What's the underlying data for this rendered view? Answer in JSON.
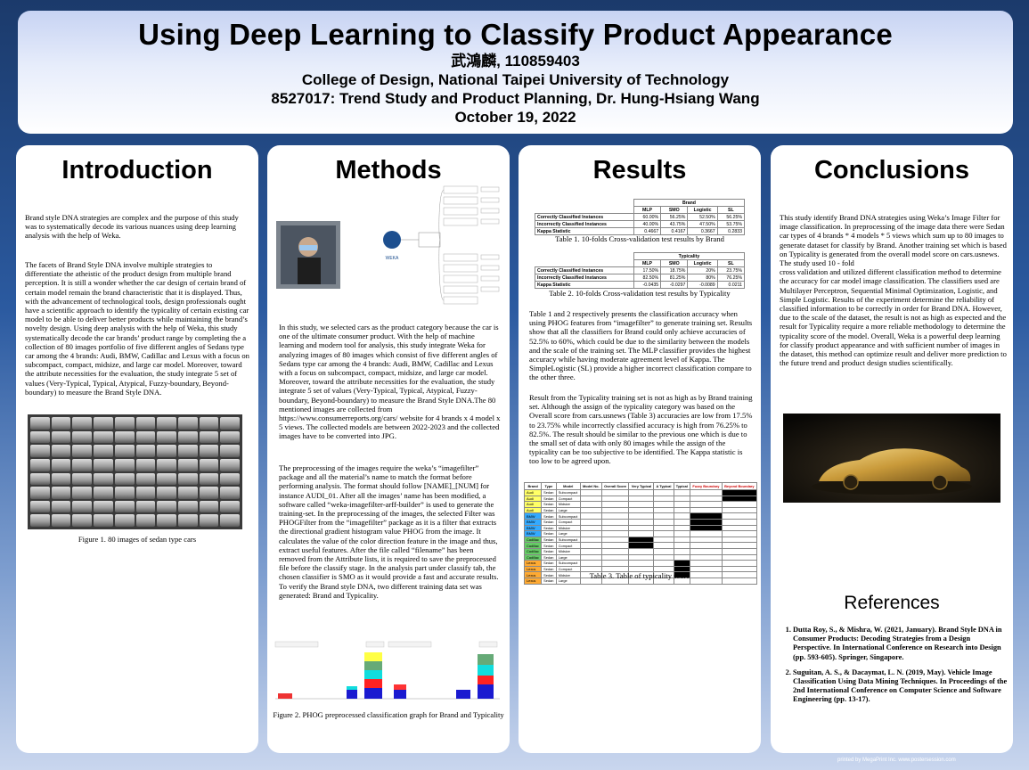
{
  "header": {
    "title": "Using Deep Learning to Classify Product Appearance",
    "author": "武鴻麟, 110859403",
    "college": "College of Design, National Taipei University of Technology",
    "course": "8527017: Trend Study and Product Planning, Dr. Hung-Hsiang Wang",
    "date": "October 19, 2022"
  },
  "intro": {
    "title": "Introduction",
    "p1": "Brand style DNA strategies are complex and the purpose of this study was to systematically decode its various nuances using deep learning analysis with the help of Weka.",
    "p2": "The facets of Brand Style DNA involve multiple strategies to differentiate the atheistic of the product design from multiple brand perception. It is still a wonder whether the car design of certain brand of certain model remain the brand characteristic that it is displayed. Thus, with the advancement of technological tools, design professionals ought have a scientific approach to identify the typicality of certain existing car model to be able to deliver better products while maintaining the brand’s novelty design. Using deep analysis with the help of Weka, this study systematically decode the car brands’ product range by completing the a collection of 80 images portfolio of five different angles of Sedans type car among the 4 brands: Audi, BMW, Cadillac and Lexus with a focus on subcompact, compact, midsize, and large car model. Moreover, toward the attribute necessities for the evaluation, the study integrate 5 set of values (Very-Typical, Typical, Atypical, Fuzzy-boundary, Beyond-boundary) to measure the Brand Style DNA.",
    "fig1": "Figure 1. 80 images of sedan type cars"
  },
  "methods": {
    "title": "Methods",
    "weka": "WEKA",
    "p1": "In this study, we selected cars as the product category because the car is one of the ultimate consumer product. With the help of machine learning and modern tool for analysis, this study integrate Weka for analyzing images of 80 images which consist of five different angles of Sedans type car among the 4 brands: Audi, BMW, Cadillac and Lexus with a focus on subcompact, compact, midsize, and large car model. Moreover, toward the attribute necessities for the evaluation, the study integrate 5 set of values (Very-Typical, Typical, Atypical, Fuzzy-boundary, Beyond-boundary) to measure the Brand Style DNA.The 80 mentioned images are collected from https://www.consumerreports.org/cars/ website for 4 brands x 4 model x 5 views. The collected models are between 2022-2023 and the collected images have to be converted into JPG.",
    "p2": "The preprocessing of the images require the weka’s “imagefilter” package and all the material’s name to match the format before performing analysis. The format should follow [NAME]_[NUM] for instance AUDI_01. After all the images’ name has been modified, a software called “weka-imagefilter-arff-builder” is used to generate the training-set. In the preprocessing of the images, the selected Filter was PHOGFilter from the “imagefilter” package as it is a filter that extracts the directional gradient histogram value PHOG from the image. It calculates the value of the color direction feature in the image and thus, extract useful features. After the file called “filename” has been removed from the Attribute lists, it is required to save the preprocessed file before the classify stage. In the analysis part under classify tab, the chosen classifier is SMO as it would provide a fast and accurate results. To verify the Brand style DNA, two different training data set was generated: Brand and Typicality.",
    "fig2": "Figure 2. PHOG preprocessed classification graph for Brand and Typicality"
  },
  "results": {
    "title": "Results",
    "table1": {
      "group": "Brand",
      "cols": [
        "MLP",
        "SMO",
        "Logistic",
        "SL"
      ],
      "rows": [
        [
          "Correctly Classified Instances",
          "60.00%",
          "56.25%",
          "52.50%",
          "56.25%"
        ],
        [
          "Incorrectly Classified Instances",
          "40.00%",
          "43.75%",
          "47.50%",
          "53.75%"
        ],
        [
          "Kappa Statistic",
          "0.4667",
          "0.4167",
          "0.3667",
          "0.2833"
        ]
      ],
      "caption": "Table 1. 10-folds Cross-validation test results by Brand"
    },
    "table2": {
      "group": "Typicality",
      "cols": [
        "MLP",
        "SMO",
        "Logistic",
        "SL"
      ],
      "rows": [
        [
          "Correctly Classified Instances",
          "17.50%",
          "18.75%",
          "20%",
          "23.75%"
        ],
        [
          "Incorrectly Classified Instances",
          "82.50%",
          "81.25%",
          "80%",
          "76.25%"
        ],
        [
          "Kappa Statistic",
          "-0.0435",
          "-0.0297",
          "-0.0089",
          "0.0211"
        ]
      ],
      "caption": "Table 2. 10-folds Cross-validation test results by Typicality"
    },
    "p1": "Table 1 and 2 respectively presents the classification accuracy when using PHOG features from “imagefilter” to generate training set. Results show that all the classifiers for Brand could only achieve accuracies of 52.5% to 60%, which could be due to the similarity between the models and the scale of the training set. The MLP classifier provides the highest accuracy while having moderate agreement level of Kappa. The SimpleLogistic (SL) provide a higher incorrect classification compare to the other three.",
    "p2": "Result from the Typicality training set is not as high as by Brand training set. Although the assign of the typicality category was based on the Overall score from cars.usnews  (Table 3) accuracies are low from 17.5% to 23.75% while incorrectly classified accuracy is high from 76.25% to 82.5%. The result should be similar to the previous one which is due to the small set of data with only 80 images while the assign of the typicality can be too subjective to be identified. The Kappa statistic is too low to be agreed upon.",
    "table3": {
      "headers": [
        "Brand",
        "Type",
        "Model",
        "Model No.",
        "Overall Score",
        "Very Typical",
        "A Typical",
        "Typical",
        "Fuzzy Boundary",
        "Beyond Boundary"
      ],
      "brands": [
        "Audi",
        "Audi",
        "Audi",
        "Audi",
        "BMW",
        "BMW",
        "BMW",
        "BMW",
        "Cadillac",
        "Cadillac",
        "Cadillac",
        "Cadillac",
        "Lexus",
        "Lexus",
        "Lexus",
        "Lexus"
      ],
      "types": [
        "Sedan",
        "Sedan",
        "Sedan",
        "Sedan",
        "Sedan",
        "Sedan",
        "Sedan",
        "Sedan",
        "Sedan",
        "Sedan",
        "Sedan",
        "Sedan",
        "Sedan",
        "Sedan",
        "Sedan",
        "Sedan"
      ],
      "sizes": [
        "Subcompact",
        "Compact",
        "Midsize",
        "Large",
        "Subcompact",
        "Compact",
        "Midsize",
        "Large",
        "Subcompact",
        "Compact",
        "Midsize",
        "Large",
        "Subcompact",
        "Compact",
        "Midsize",
        "Large"
      ],
      "colors": {
        "Audi": "#ffff66",
        "BMW": "#33aaff",
        "Cadillac": "#66cc66",
        "Lexus": "#ffaa33"
      },
      "header_accent": "#cc0000",
      "caption": "Table 3. Table of typicality score"
    }
  },
  "conclusions": {
    "title": "Conclusions",
    "p1": "This study identify Brand DNA strategies using Weka’s Image Filter for image classification. In preprocessing of the image data there were Sedan car types of 4 brands * 4 models * 5 views which sum up to 80 images to generate dataset for classify by Brand. Another training set which is based on Typicality is generated from the overall model score on cars.usnews. The study used 10 - fold\ncross validation and utilized different classification method to determine the accuracy for car model image classification. The classifiers used are Multilayer Perceptron, Sequential Minimal Optimization, Logistic, and Simple Logistic. Results of the experiment determine the reliability of classified information to be correctly in order for Brand DNA. However, due to the scale of the dataset, the result is not as high as expected and the result for Typicality require a more reliable methodology to determine the typicality score of the model. Overall, Weka is a powerful deep learning for classify product appearance and with sufficient number of images in the dataset, this method can optimize result and deliver more prediction to the future trend and product design studies scientifically.",
    "refs_title": "References",
    "refs": [
      "Dutta Roy, S., & Mishra, W. (2021, January). Brand Style DNA in Consumer Products: Decoding Strategies from a Design Perspective. In International Conference on Research into Design (pp. 593-605). Springer, Singapore.",
      "Suguitan, A. S., & Dacaymat, L. N. (2019, May). Vehicle Image Classification Using Data Mining Techniques. In Proceedings of the 2nd International Conference on Computer Science and Software Engineering (pp. 13-17)."
    ]
  },
  "footer": "printed by MegaPrint Inc.  www.postersession.com"
}
